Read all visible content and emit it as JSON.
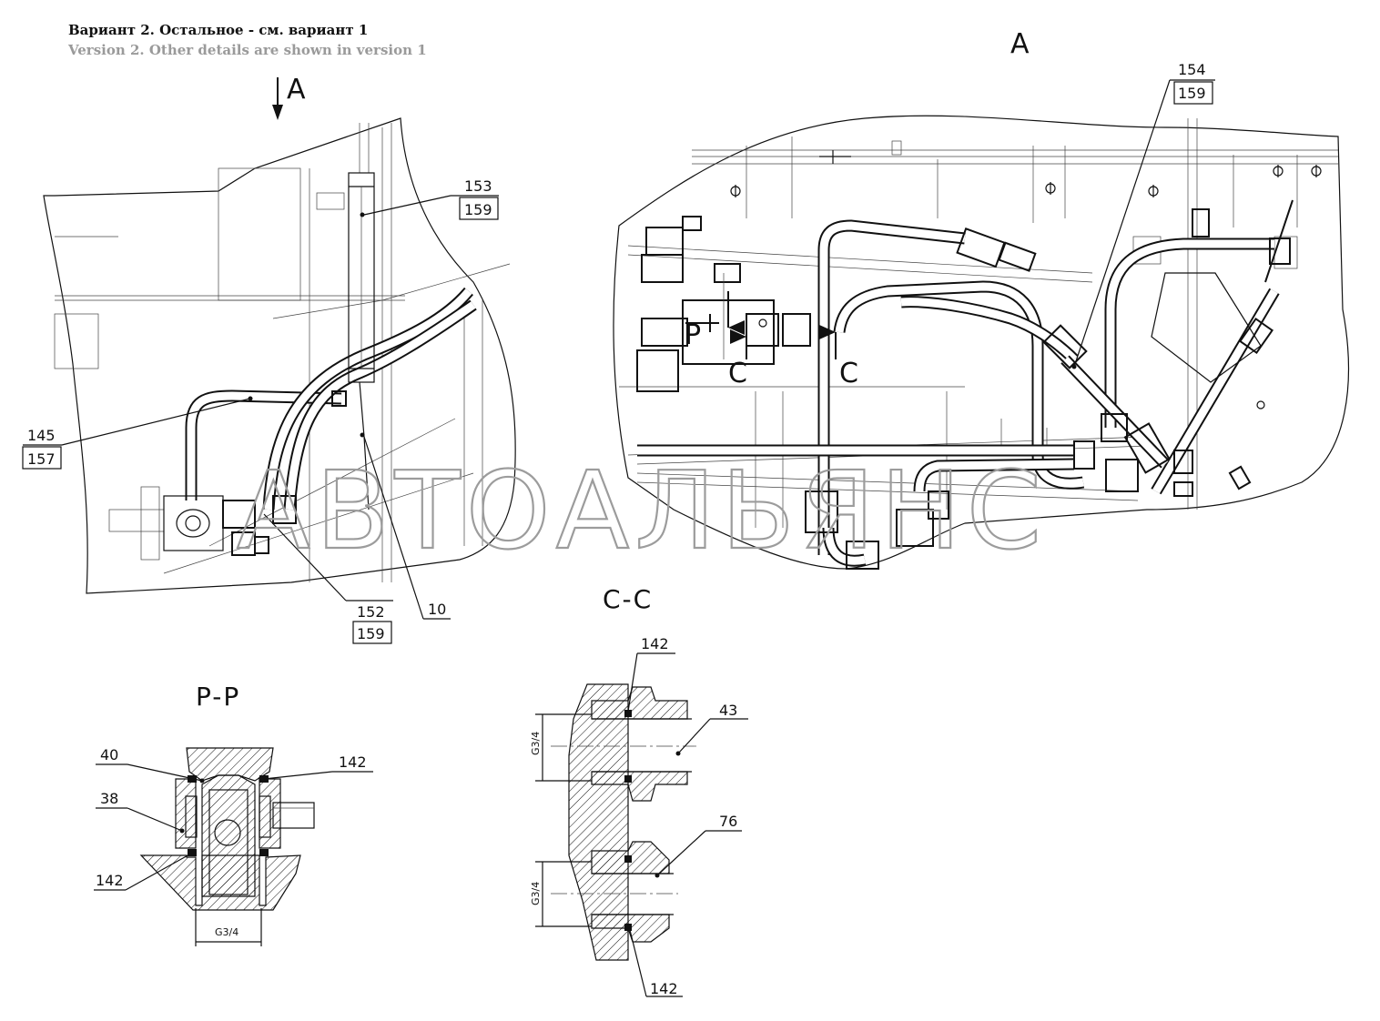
{
  "header": {
    "title_ru": "Вариант 2. Остальное - см. вариант 1",
    "title_en": "Version 2. Other details are shown in version 1"
  },
  "view_labels": {
    "view_arrow": "A",
    "view_a": "A",
    "section_cc": "C-C",
    "section_pp": "P-P",
    "cut_c_left": "C",
    "cut_c_right": "C",
    "cut_p": "P"
  },
  "callouts": {
    "c153": "153",
    "c159a": "159",
    "c154": "154",
    "c159b": "159",
    "c145": "145",
    "c157": "157",
    "c152": "152",
    "c159c": "159",
    "c10": "10",
    "cc142a": "142",
    "cc43": "43",
    "cc76": "76",
    "cc142b": "142",
    "pp40": "40",
    "pp142a": "142",
    "pp38": "38",
    "pp142b": "142"
  },
  "dimensions": {
    "pp_thread": "G3/4",
    "cc_thread_top": "G3/4",
    "cc_thread_bottom": "G3/4"
  },
  "watermark": "АВТОАЛЬЯНС"
}
